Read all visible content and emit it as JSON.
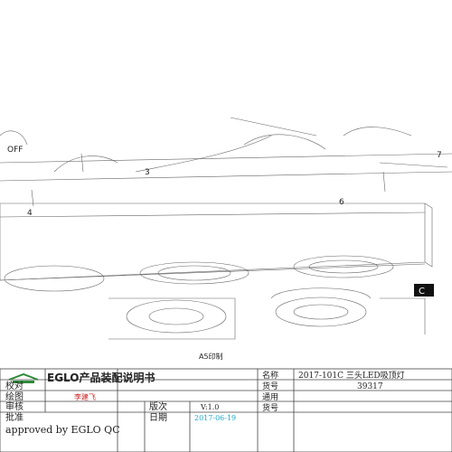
{
  "drawing": {
    "switch_label": "OFF",
    "callouts": [
      "3",
      "4",
      "6",
      "7"
    ],
    "section_mark": "C",
    "print_size": "A5印制"
  },
  "title_block": {
    "company_heading": "EGLO产品装配说明书",
    "logo_text": "",
    "label_check": "校对",
    "label_draw": "绘图",
    "label_review": "审核",
    "label_approve": "批准",
    "drafter": "李建飞",
    "label_version": "版次",
    "version": "V:1.0",
    "label_date": "日期",
    "date": "2017-06-19",
    "label_name": "名称",
    "product_name": "2017-101C 三头LED吸顶灯",
    "label_item_no": "货号",
    "item_no": "39317",
    "label_general": "通用",
    "label_item_no_2": "货号",
    "approved_note": "approved by EGLO QC"
  },
  "colors": {
    "line": "#444444",
    "drafter_red": "#cc2222",
    "date_cyan": "#22aacc",
    "logo_green": "#2e8b3a"
  }
}
